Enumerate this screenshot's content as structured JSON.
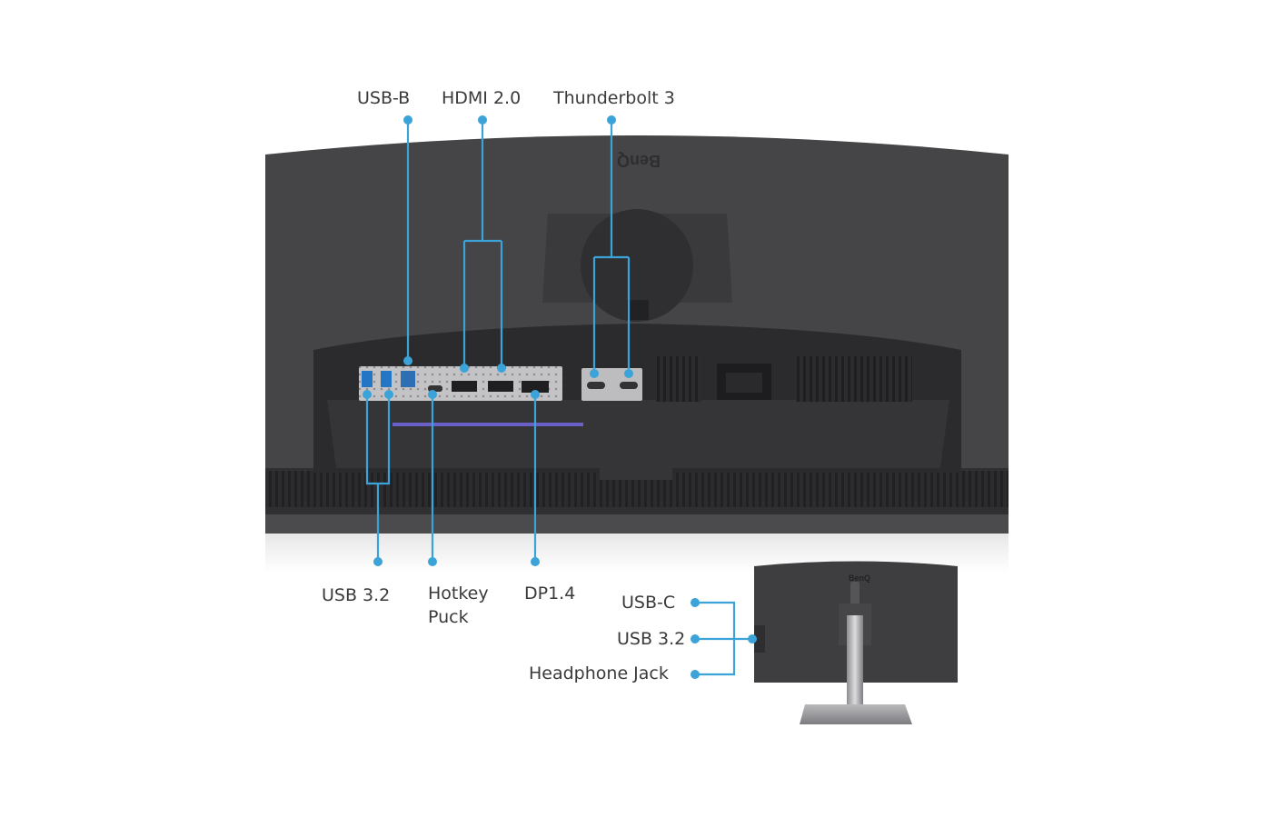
{
  "main_view": {
    "brand": "BenQ",
    "top_labels": [
      "USB-B",
      "HDMI 2.0",
      "Thunderbolt 3"
    ],
    "bottom_labels": [
      "USB 3.2",
      "Hotkey Puck",
      "DP1.4"
    ]
  },
  "side_view": {
    "brand": "BenQ",
    "labels": [
      "USB-C",
      "USB 3.2",
      "Headphone Jack"
    ]
  },
  "colors": {
    "accent": "#3ba3d8",
    "monitor_dark": "#3c3c3e",
    "monitor_mid": "#4a4a4c",
    "panel_light": "#c9c9cb"
  }
}
